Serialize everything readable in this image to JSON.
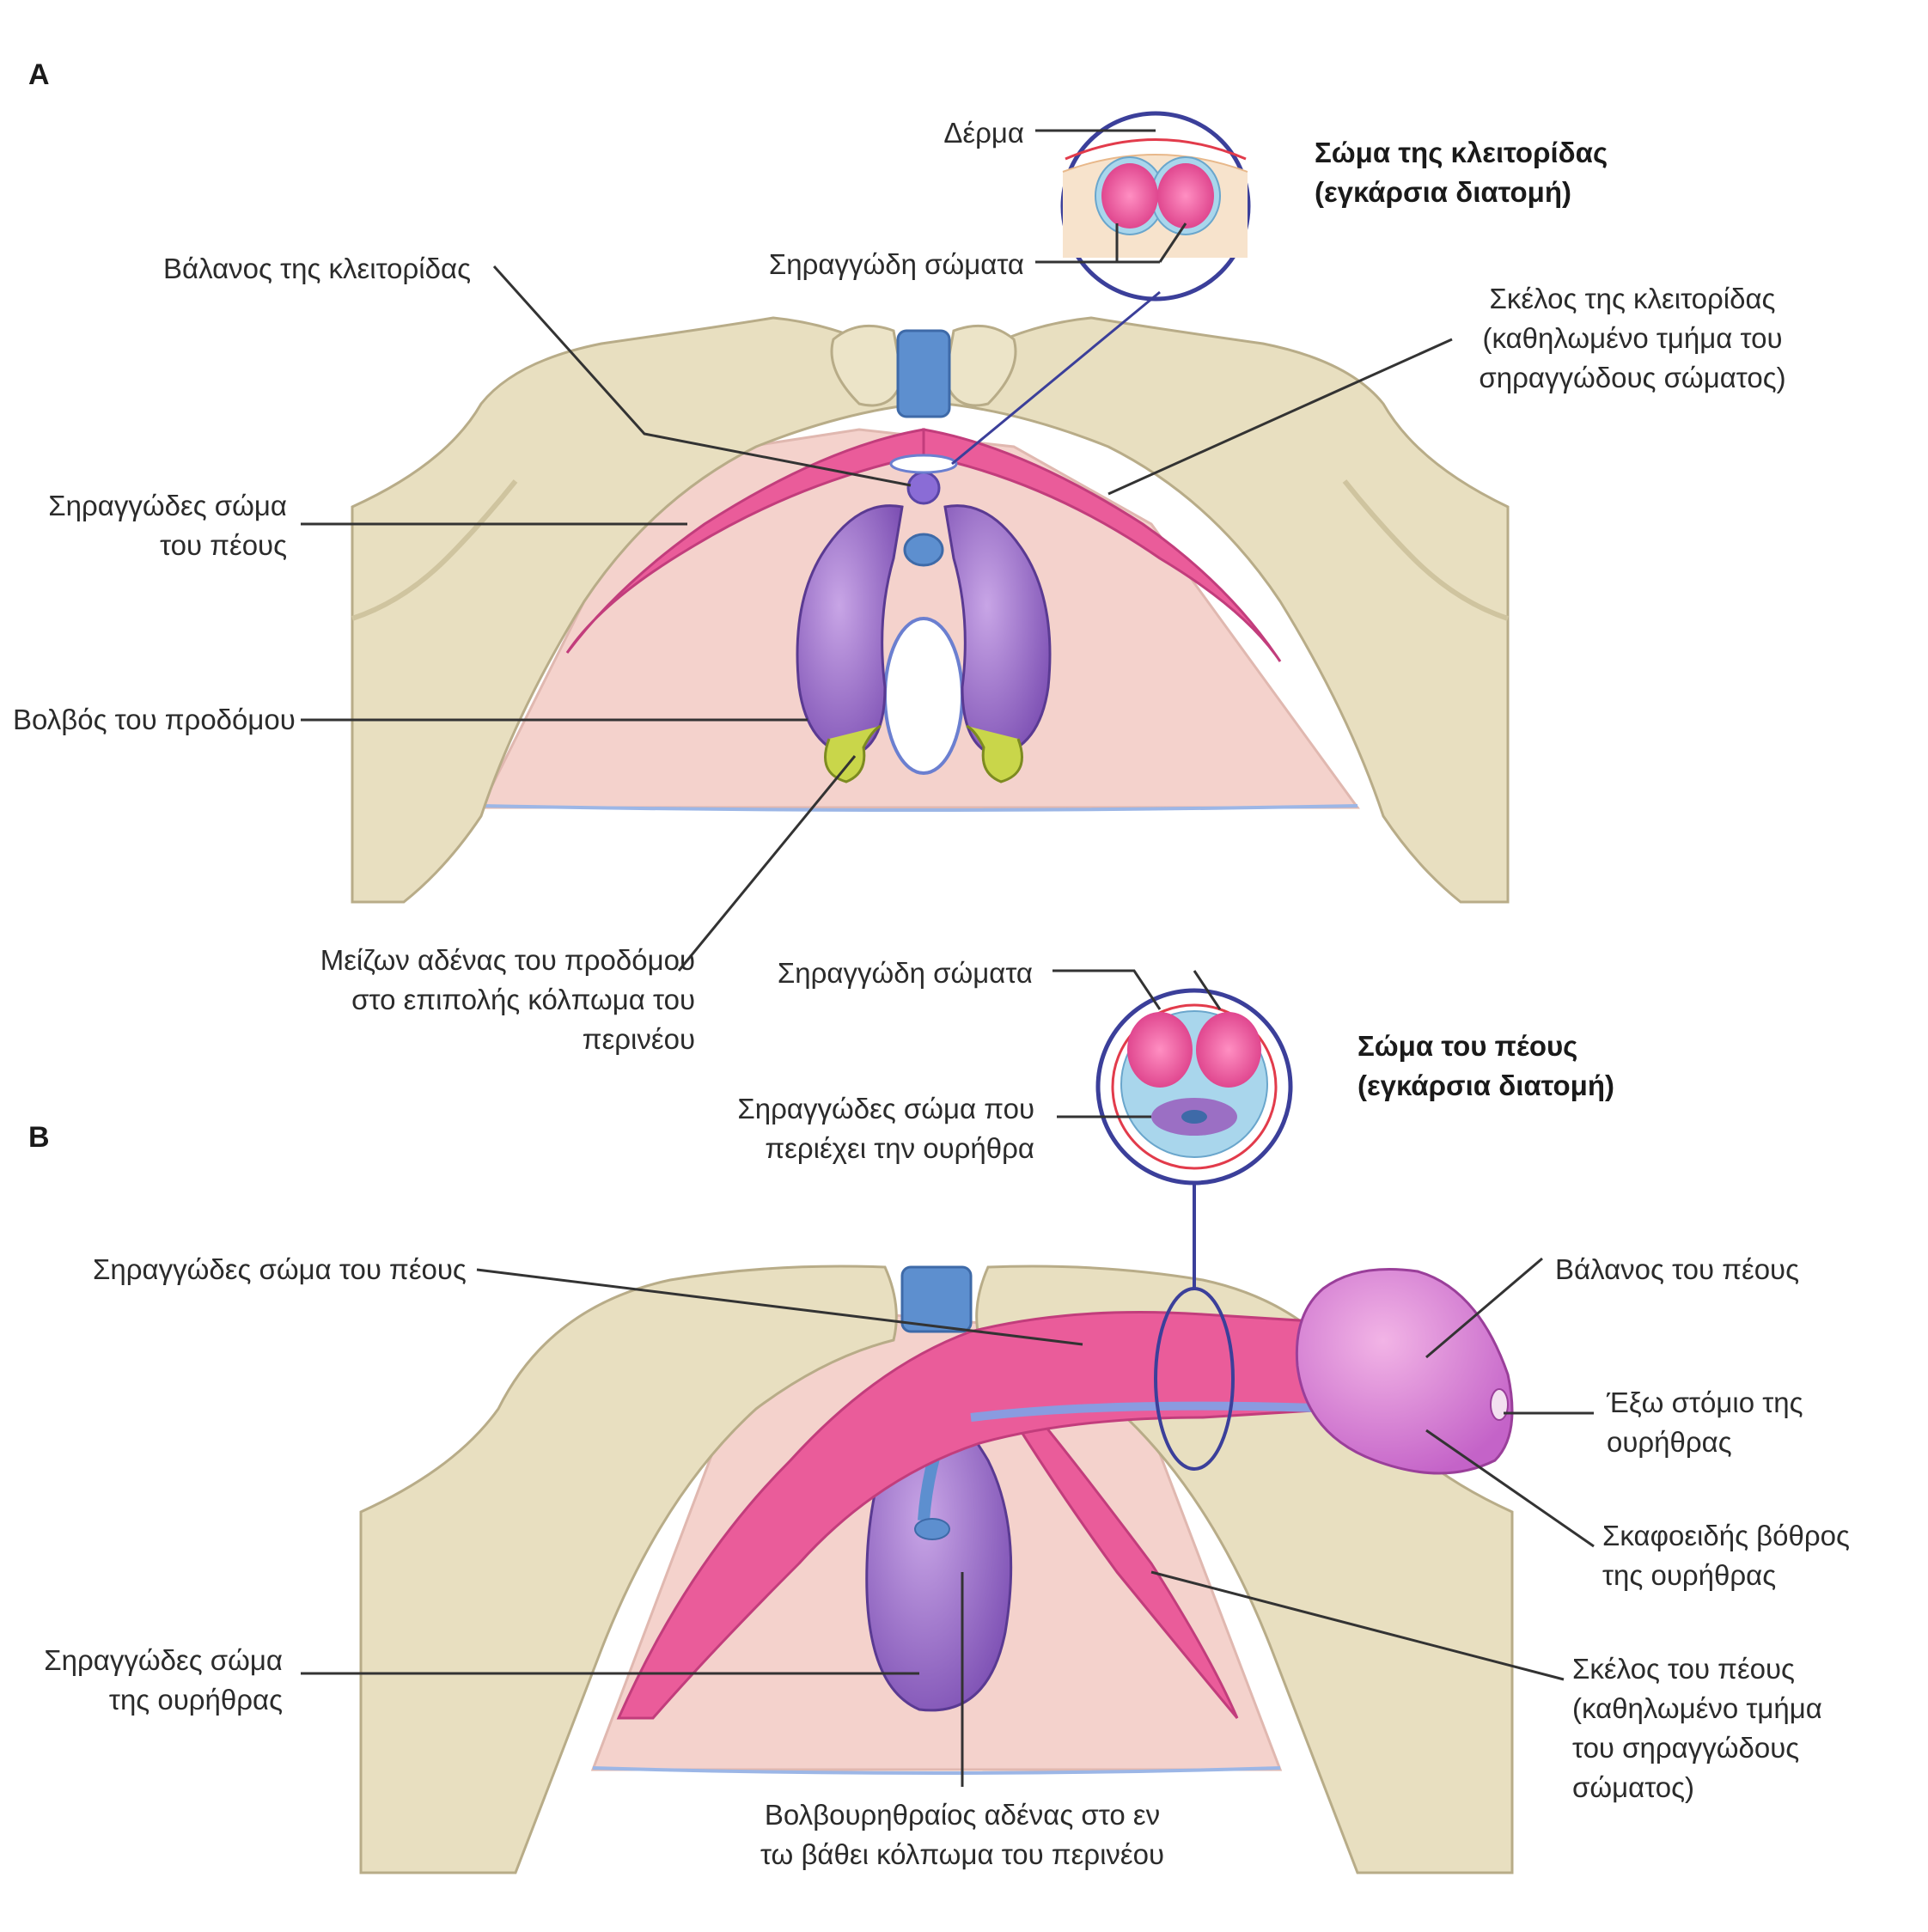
{
  "panel_a": {
    "letter": "A",
    "inset_title": [
      "Σώμα της κλειτορίδας",
      "(εγκάρσια διατομή)"
    ],
    "labels": {
      "derma": "Δέρμα",
      "spongy_inset": "Σηραγγώδη σώματα",
      "glans": "Βάλανος της κλειτορίδας",
      "crus": [
        "Σκέλος της κλειτορίδας",
        "(καθηλωμένο τμήμα του",
        "σηραγγώδους σώματος)"
      ],
      "corpus_penis": [
        "Σηραγγώδες σώμα",
        "του πέους"
      ],
      "bulb": "Βολβός του προδόμου",
      "gland": [
        "Μείζων αδένας του προδόμου",
        "στο επιπολής κόλπωμα του",
        "περινέου"
      ]
    }
  },
  "panel_b": {
    "letter": "B",
    "inset_title": [
      "Σώμα του πέους",
      "(εγκάρσια διατομή)"
    ],
    "labels": {
      "spongy_inset": "Σηραγγώδη σώματα",
      "urethral_inset": [
        "Σηραγγώδες σώμα που",
        "περιέχει την ουρήθρα"
      ],
      "corpus_penis": "Σηραγγώδες σώμα του πέους",
      "glans": "Βάλανος του πέους",
      "meatus": [
        "Έξω στόμιο της",
        "ουρήθρας"
      ],
      "fossa": [
        "Σκαφοειδής βόθρος",
        "της ουρήθρας"
      ],
      "corpus_urethra": [
        "Σηραγγώδες σώμα",
        "της ουρήθρας"
      ],
      "crus": [
        "Σκέλος του πέους",
        "(καθηλωμένο τμήμα",
        "του σηραγγώδους",
        "σώματος)"
      ],
      "bulbourethral": [
        "Βολβουρηθραίος αδένας στο εν",
        "τω βάθει κόλπωμα του περινέου"
      ]
    }
  },
  "colors": {
    "bone": "#e8dfc0",
    "bone_shadow": "#cfc49f",
    "membrane": "#f4d2cc",
    "erectile": "#ea5c9a",
    "bulb": "#9b6fc4",
    "cartilage": "#5d8fcf",
    "gland": "#c9d64a",
    "leader": "#333333",
    "inset_ring": "#3b3f9a"
  }
}
